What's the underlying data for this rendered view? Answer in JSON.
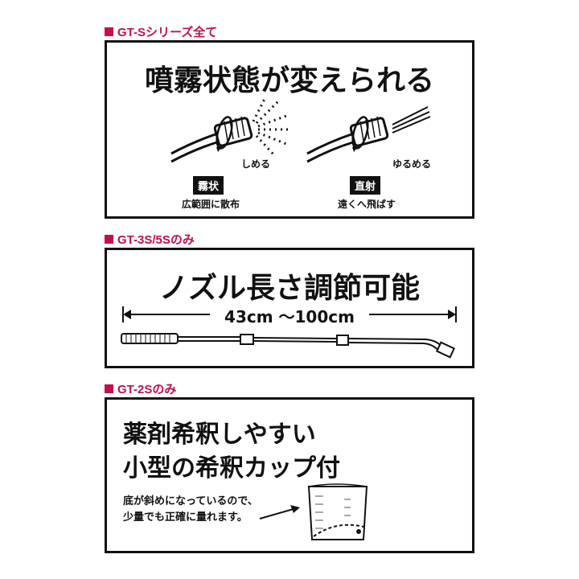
{
  "sections": [
    {
      "label": "GT-Sシリーズ全て",
      "headline": "噴霧状態が変えられる",
      "left": {
        "turn_text": "しめる",
        "tag": "霧状",
        "caption": "広範囲に散布"
      },
      "right": {
        "turn_text": "ゆるめる",
        "tag": "直射",
        "caption": "遠くへ飛ばす"
      }
    },
    {
      "label": "GT-3S/5Sのみ",
      "headline": "ノズル長さ調節可能",
      "range": "43cm ～100cm"
    },
    {
      "label": "GT-2Sのみ",
      "headline_line1": "薬剤希釈しやすい",
      "headline_line2": "小型の希釈カップ付",
      "note_line1": "底が斜めになっているので、",
      "note_line2": "少量でも正確に量れます。"
    }
  ],
  "colors": {
    "accent": "#c4104a",
    "border": "#111111"
  }
}
